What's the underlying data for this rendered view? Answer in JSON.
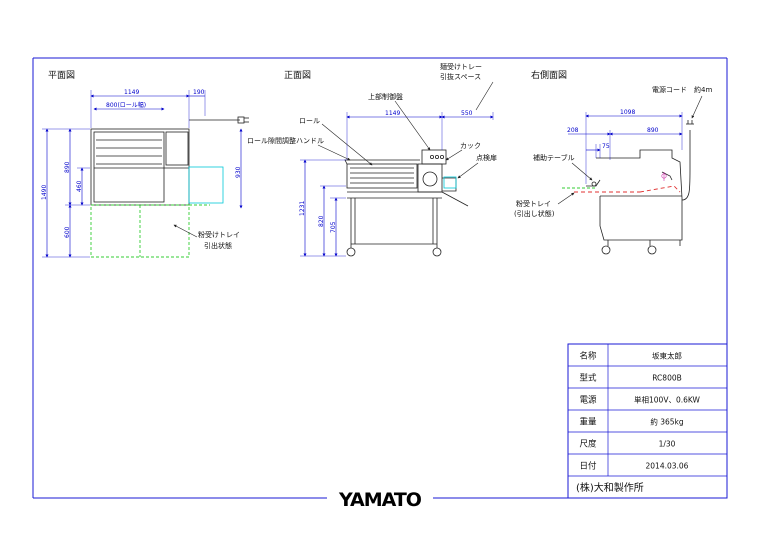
{
  "views": {
    "plan": "平面図",
    "front": "正面図",
    "side": "右側面図"
  },
  "plan": {
    "dim_total_width": "1149",
    "dim_right": "190",
    "dim_roll_width": "800(ロール幅)",
    "dim_total_depth": "1490",
    "dim_upper": "890",
    "dim_mid": "460",
    "dim_lower": "600",
    "dim_right_height": "930",
    "tray_label_1": "粉受けトレイ",
    "tray_label_2": "引出状態"
  },
  "front": {
    "space_label_1": "麺受けトレー",
    "space_label_2": "引抜スペース",
    "control_label": "上部制御盤",
    "dim_width": "1149",
    "dim_space": "550",
    "roll_label": "ロール",
    "cutter_label": "カック",
    "handle_label": "ロール隙間調整ハンドル",
    "door_label": "点検扉",
    "dim_height": "1231",
    "dim_table": "820",
    "dim_base": "705"
  },
  "side": {
    "cord_label": "電源コード　約4m",
    "dim_total": "1098",
    "dim_left": "208",
    "dim_body": "890",
    "dim_small": "75",
    "aux_table_label": "補助テーブル",
    "tray_label_1": "粉受トレイ",
    "tray_label_2": "(引出し状態)"
  },
  "spec_table": {
    "rows": [
      {
        "label": "名称",
        "value": "坂東太郎"
      },
      {
        "label": "型式",
        "value": "RC800B"
      },
      {
        "label": "電源",
        "value": "単相100V、0.6KW"
      },
      {
        "label": "重量",
        "value": "約 365kg"
      },
      {
        "label": "尺度",
        "value": "1/30"
      },
      {
        "label": "日付",
        "value": "2014.03.06"
      }
    ],
    "company": "(株)大和製作所"
  },
  "logo": "YAMATO",
  "colors": {
    "frame": "#1a1ad6",
    "dimension": "#0000cc",
    "drawing": "#222222",
    "tray_green": "#33cc33",
    "cyan": "#00c8d8",
    "red_dash": "#e03030"
  }
}
